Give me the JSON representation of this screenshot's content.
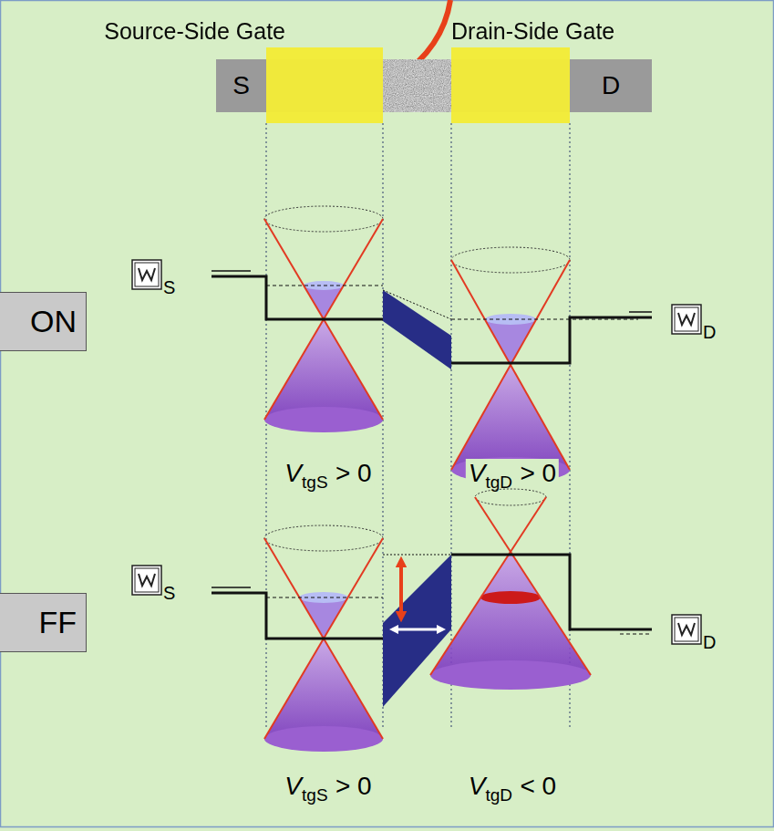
{
  "diagram": {
    "nodes": [
      {
        "text": [
          "Source-Side Gate"
        ]
      },
      {
        "text": [
          "Drain-Side Gate"
        ]
      },
      {
        "text": [
          "S"
        ]
      },
      {
        "text": [
          "D"
        ]
      },
      {
        "text": [
          "ON"
        ]
      },
      {
        "text": [
          "FF"
        ]
      }
    ],
    "labels": [
      "S",
      "D",
      "V",
      "tgS",
      "> 0",
      "V",
      "tgD",
      "> 0",
      "S",
      "D",
      "V",
      "tgS",
      "> 0",
      "V",
      "tgD",
      "< 0"
    ]
  }
}
